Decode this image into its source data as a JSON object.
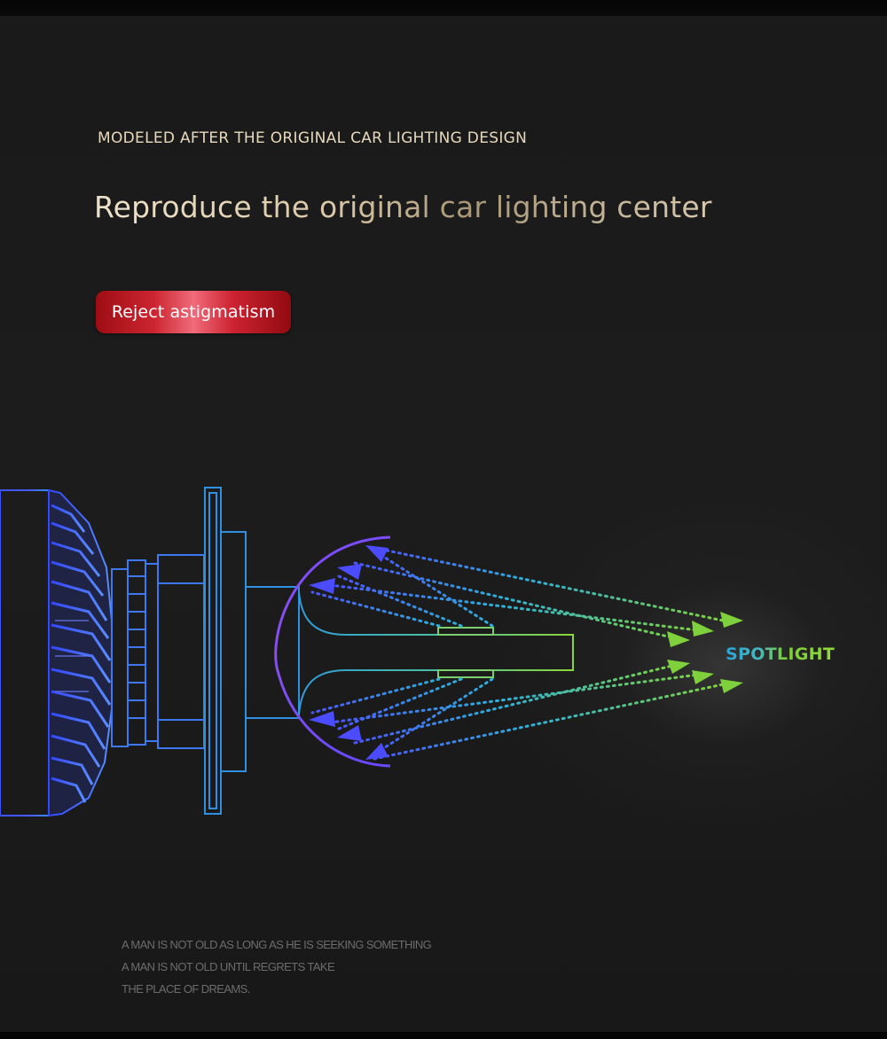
{
  "eyebrow": "MODELED AFTER THE ORIGINAL CAR LIGHTING DESIGN",
  "headline": "Reproduce the original car lighting center",
  "badge": "Reject astigmatism",
  "diagram": {
    "spotlight_label": "SPOTLIGHT"
  },
  "quote": [
    "A MAN IS NOT OLD AS LONG AS HE IS SEEKING SOMETHING",
    "A MAN IS NOT OLD UNTIL REGRETS TAKE",
    "THE PLACE OF DREAMS."
  ],
  "colors": {
    "background": "#1a1a1a",
    "eyebrow_text": "#e8d9bd",
    "badge_red": "#cc2531",
    "beam_blue": "#3d5bff",
    "beam_cyan": "#2fb0d8",
    "beam_green": "#7fd63a",
    "quote_text": "#6c6c6c"
  },
  "icons": {
    "bulb": "led-headlight-bulb-icon",
    "reflector": "reflector-cup-icon",
    "beam": "light-beam-arrow-icon"
  }
}
